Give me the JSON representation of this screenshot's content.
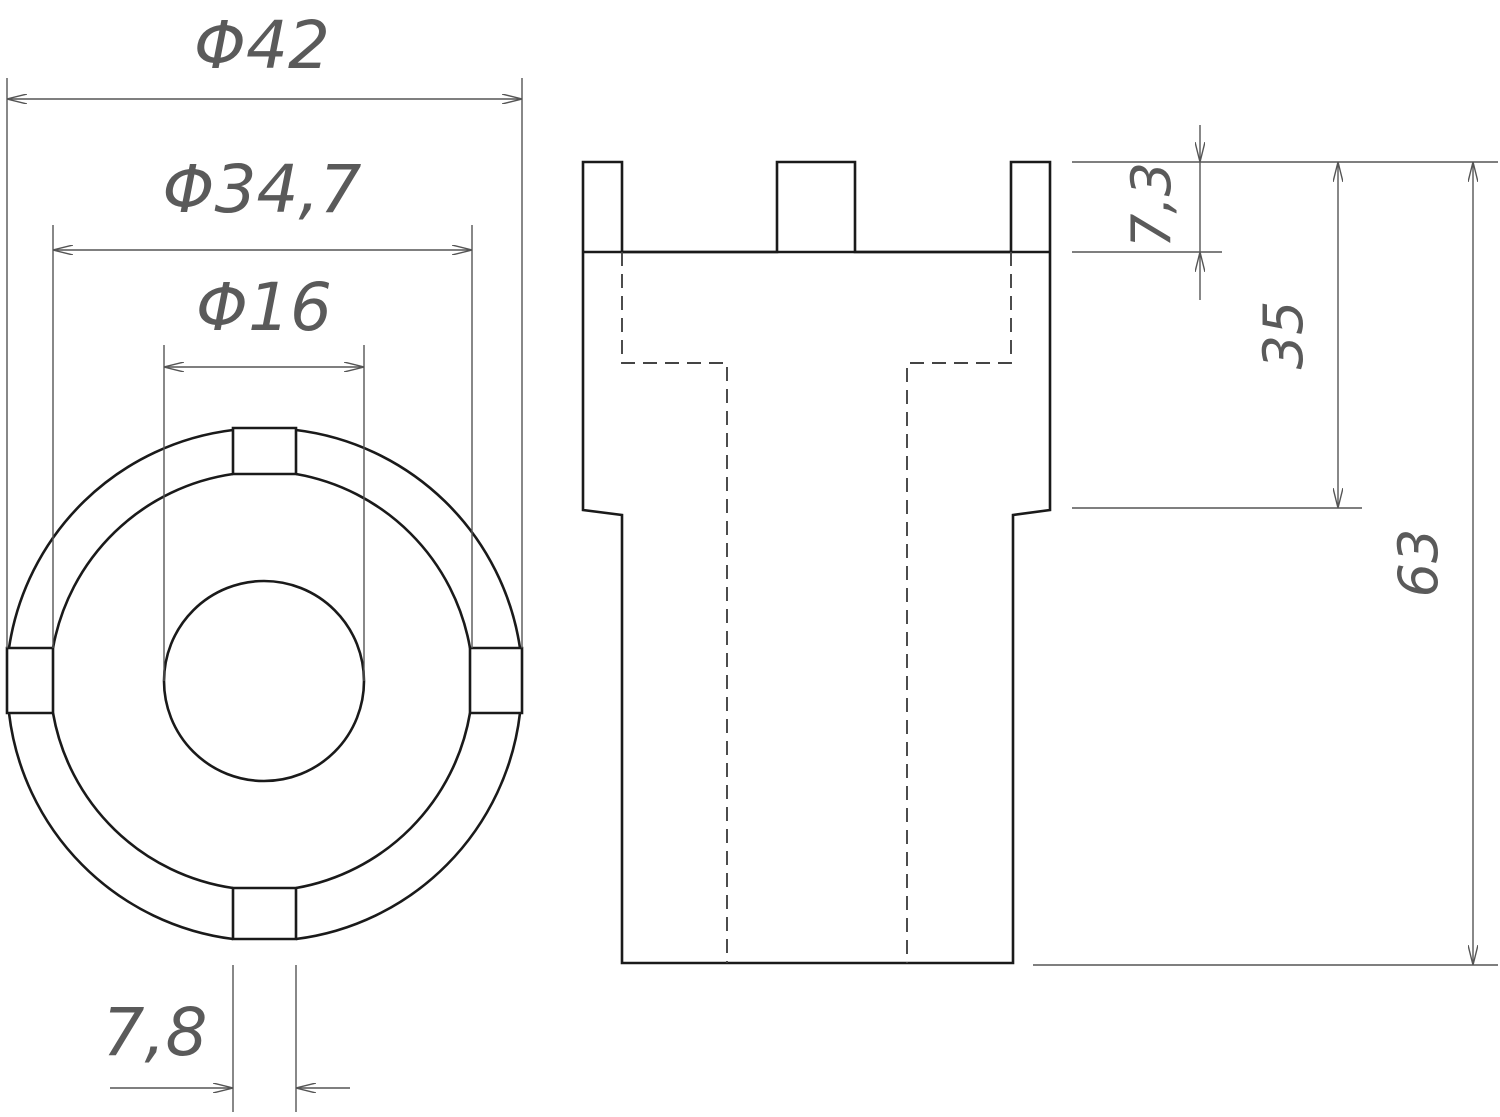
{
  "dimensions": {
    "outer_diameter": "Φ42",
    "inner_diameter": "Φ34,7",
    "bore_diameter": "Φ16",
    "slot_width": "7,8",
    "slot_depth": "7,3",
    "socket_depth": "35",
    "total_height": "63"
  },
  "colors": {
    "outline": "#1a1a1a",
    "dimension": "#555555",
    "background": "#ffffff"
  }
}
